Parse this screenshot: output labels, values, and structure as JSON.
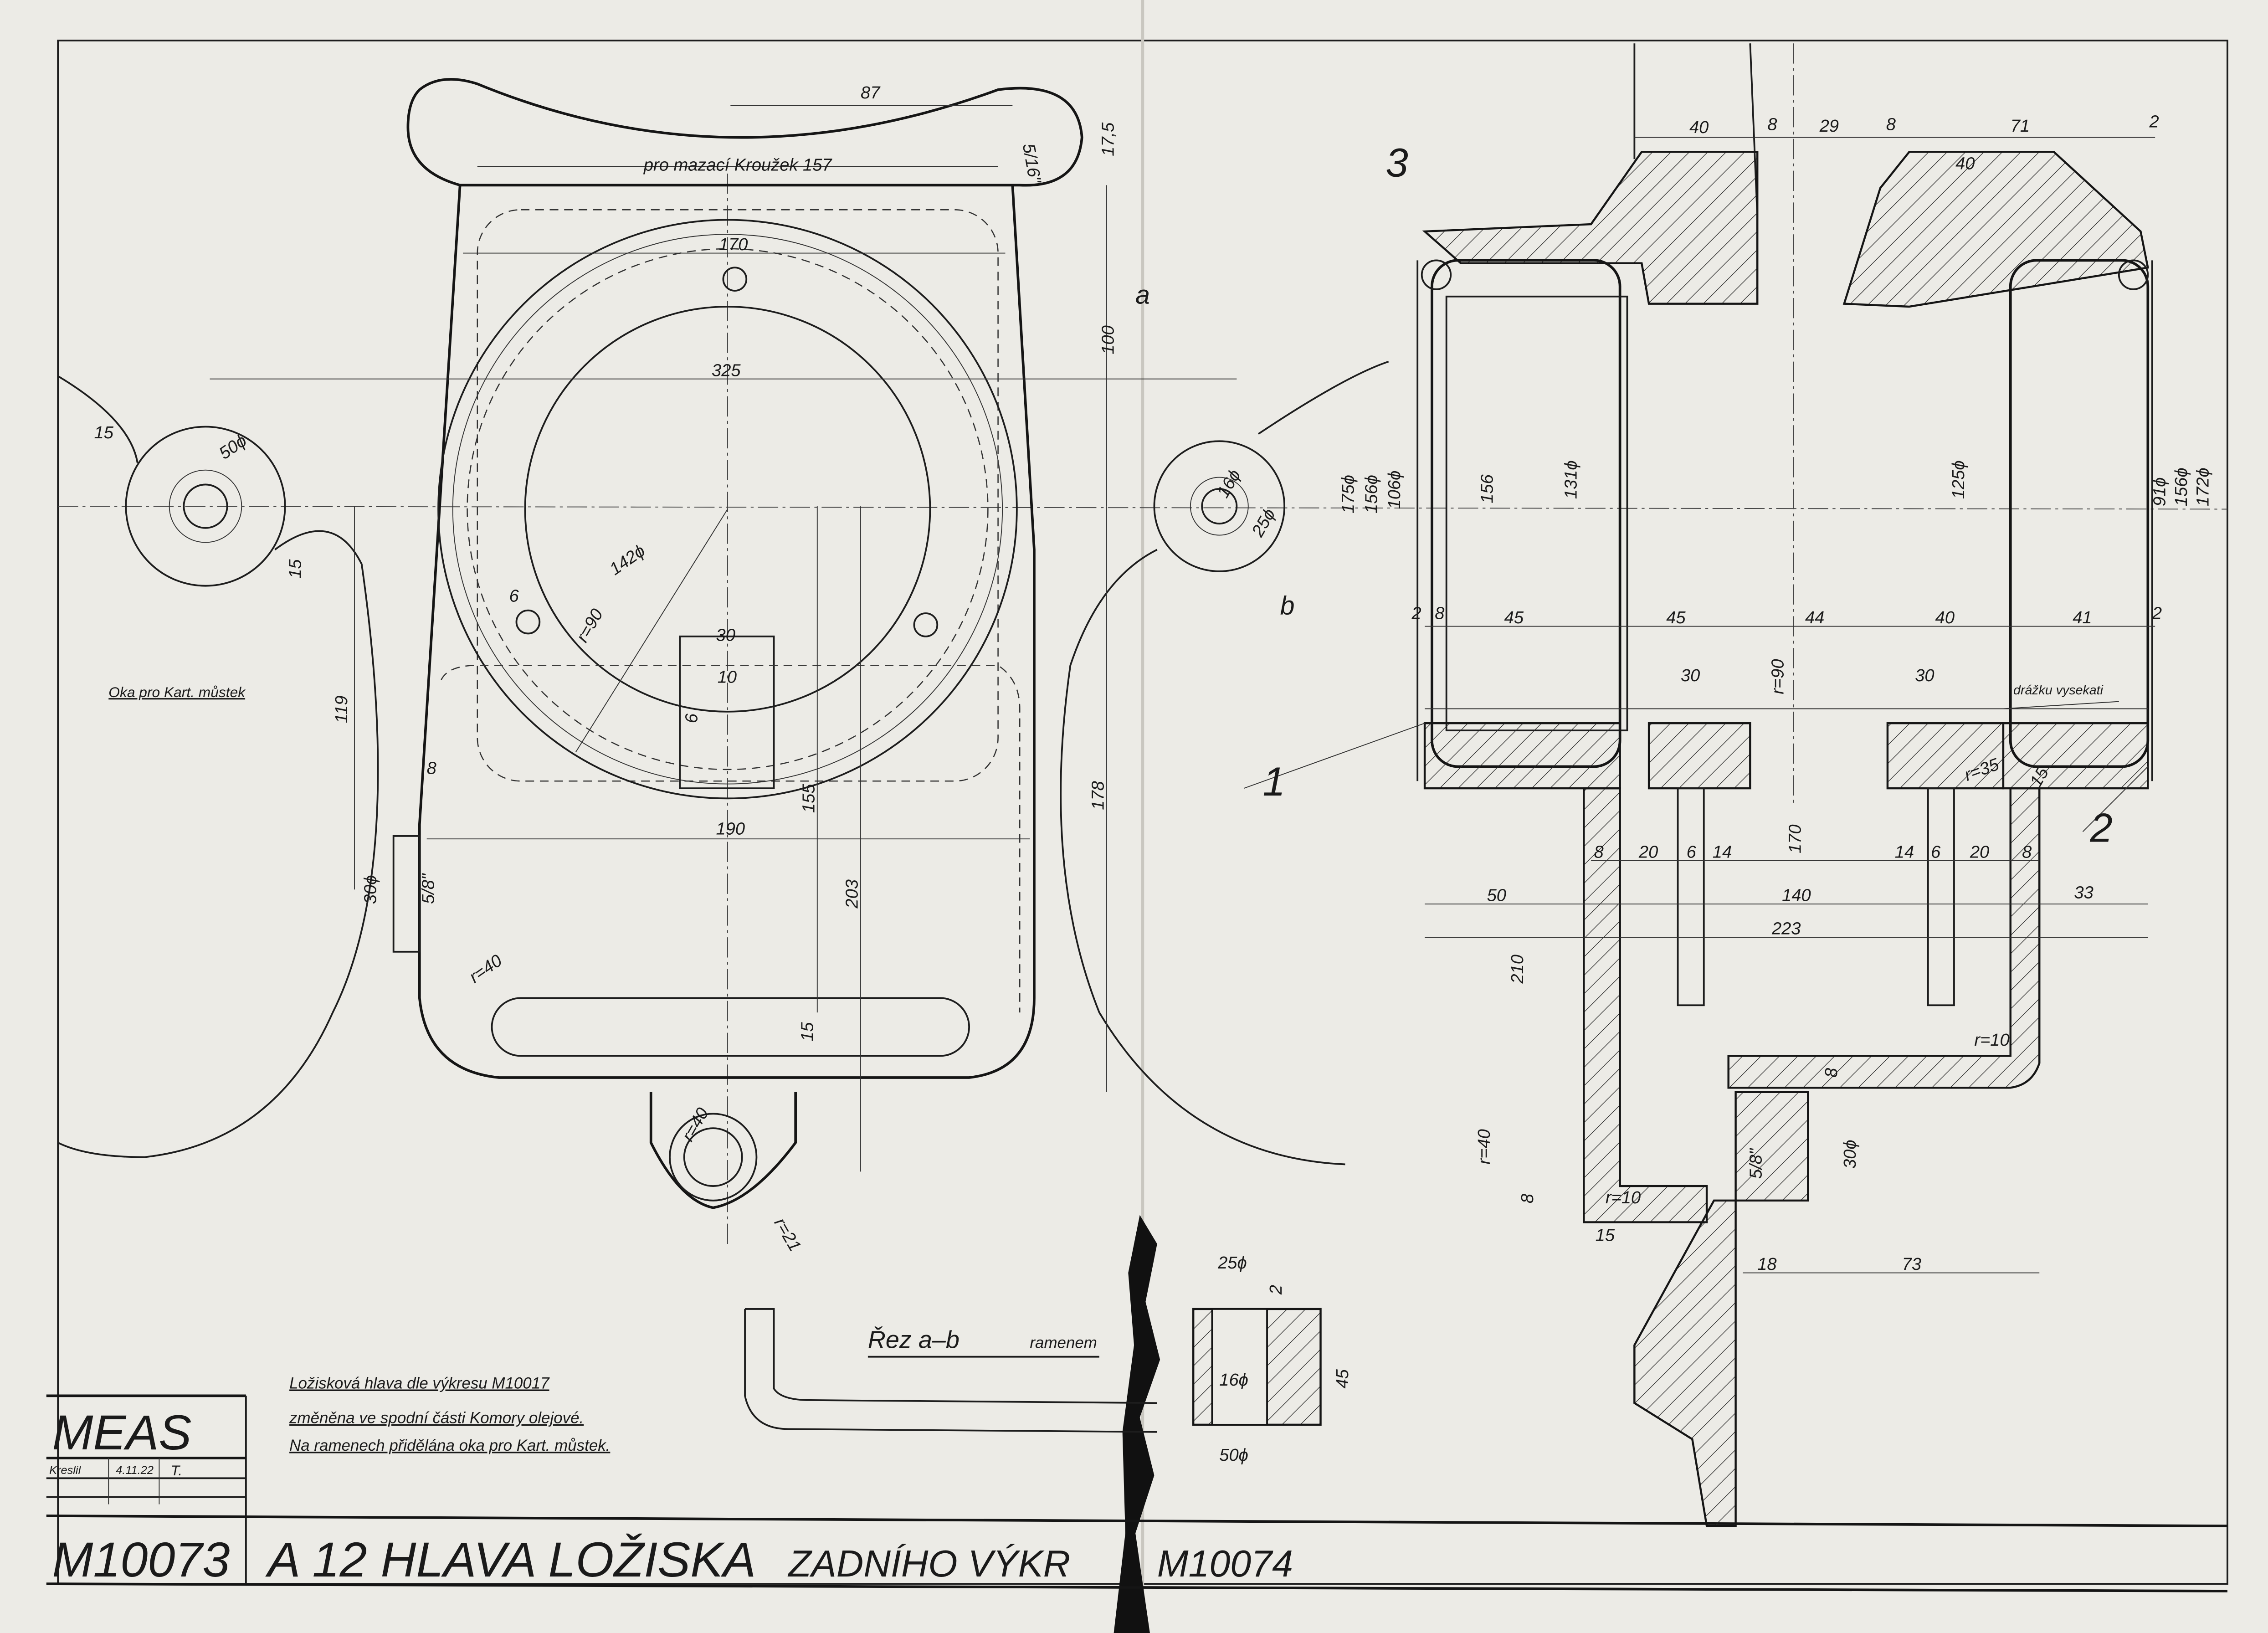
{
  "title_block": {
    "company": "MEAS",
    "drawn_label": "Kreslil",
    "date": "4.11.22",
    "initials": "T.",
    "drawing_number": "M10073",
    "title_main": "A 12 HLAVA LOŽISKA",
    "title_sub": "ZADNÍHO VÝKR",
    "title_ref": "M10074"
  },
  "notes": [
    "Ložisková hlava dle výkresu M10017",
    "změněna ve spodní části Komory olejové.",
    "Na ramenech přidělána oka pro Kart. můstek."
  ],
  "labels": {
    "lubrication_ring": "pro mazací Kroužek 157",
    "eyelet_note": "Oka pro Kart. můstek",
    "groove_note": "drážku vysekati",
    "section_title": "Řez a–b",
    "section_sub": "ramenem",
    "section_mark_a": "a",
    "section_mark_b": "b",
    "callout_1": "1",
    "callout_2": "2",
    "callout_3": "3"
  },
  "dims": [
    "87",
    "5/16\"",
    "17,5",
    "170",
    "100",
    "325",
    "15",
    "50ϕ",
    "16ϕ",
    "25ϕ",
    "142ϕ",
    "r=90",
    "6",
    "30",
    "10",
    "6",
    "15",
    "119",
    "8",
    "190",
    "155",
    "178",
    "30ϕ",
    "5/8\"",
    "203",
    "r=40",
    "15",
    "r=40",
    "r=21",
    "40",
    "8",
    "29",
    "8",
    "71",
    "2",
    "40",
    "175ϕ",
    "156ϕ",
    "106ϕ",
    "156",
    "131ϕ",
    "125ϕ",
    "91ϕ",
    "156ϕ",
    "172ϕ",
    "2",
    "8",
    "45",
    "45",
    "44",
    "40",
    "41",
    "2",
    "30",
    "30",
    "r=90",
    "r=35",
    "15",
    "8",
    "20",
    "6",
    "14",
    "170",
    "14",
    "6",
    "20",
    "8",
    "50",
    "140",
    "33",
    "223",
    "210",
    "r=10",
    "8",
    "r=40",
    "5/8\"",
    "30ϕ",
    "8",
    "r=10",
    "15",
    "18",
    "73",
    "25ϕ",
    "2",
    "16ϕ",
    "45",
    "50ϕ"
  ]
}
